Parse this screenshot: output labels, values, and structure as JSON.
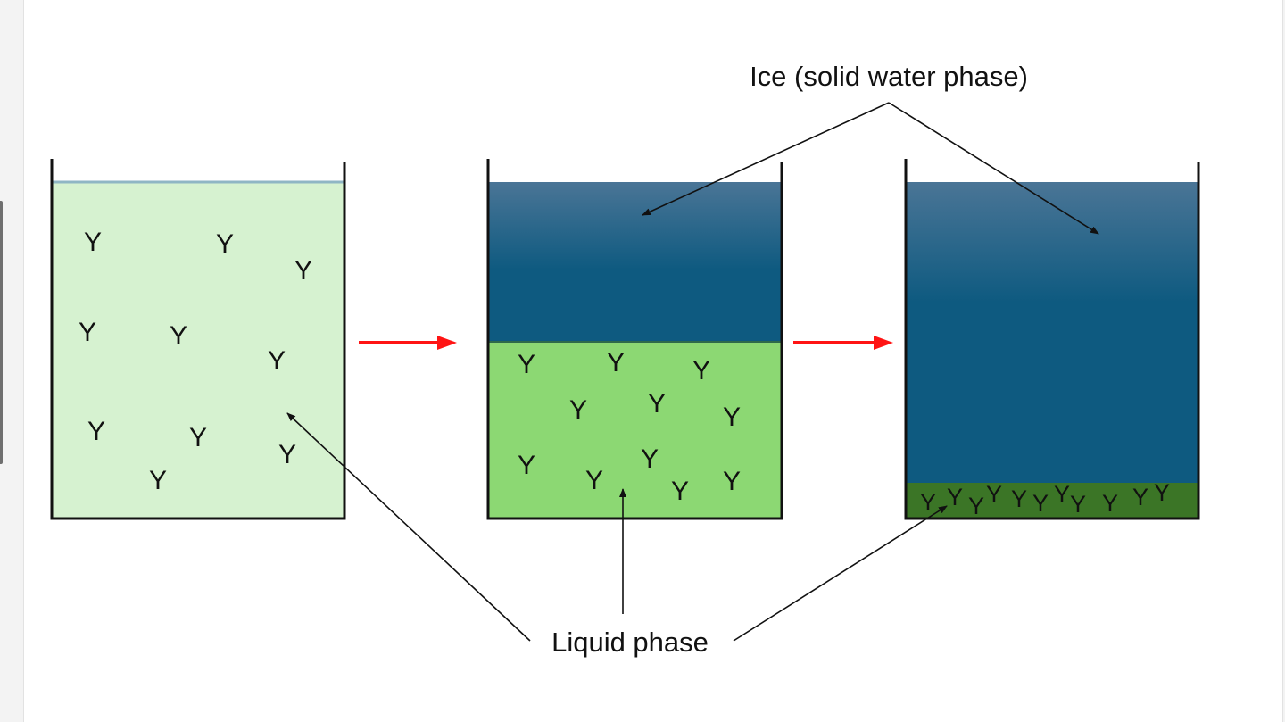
{
  "labels": {
    "ice": "Ice (solid water phase)",
    "liquid": "Liquid phase"
  },
  "particle_symbol": "Y",
  "colors": {
    "liquid_dilute": "#d6f2d0",
    "liquid_medium": "#8cd873",
    "liquid_concentrated": "#3b7526",
    "ice_top": "#4a7596",
    "ice_bottom": "#0e5a80",
    "arrow": "#ff1414",
    "outline": "#111111"
  },
  "icons": [
    "red-right-arrow",
    "beaker",
    "antibody-y"
  ]
}
